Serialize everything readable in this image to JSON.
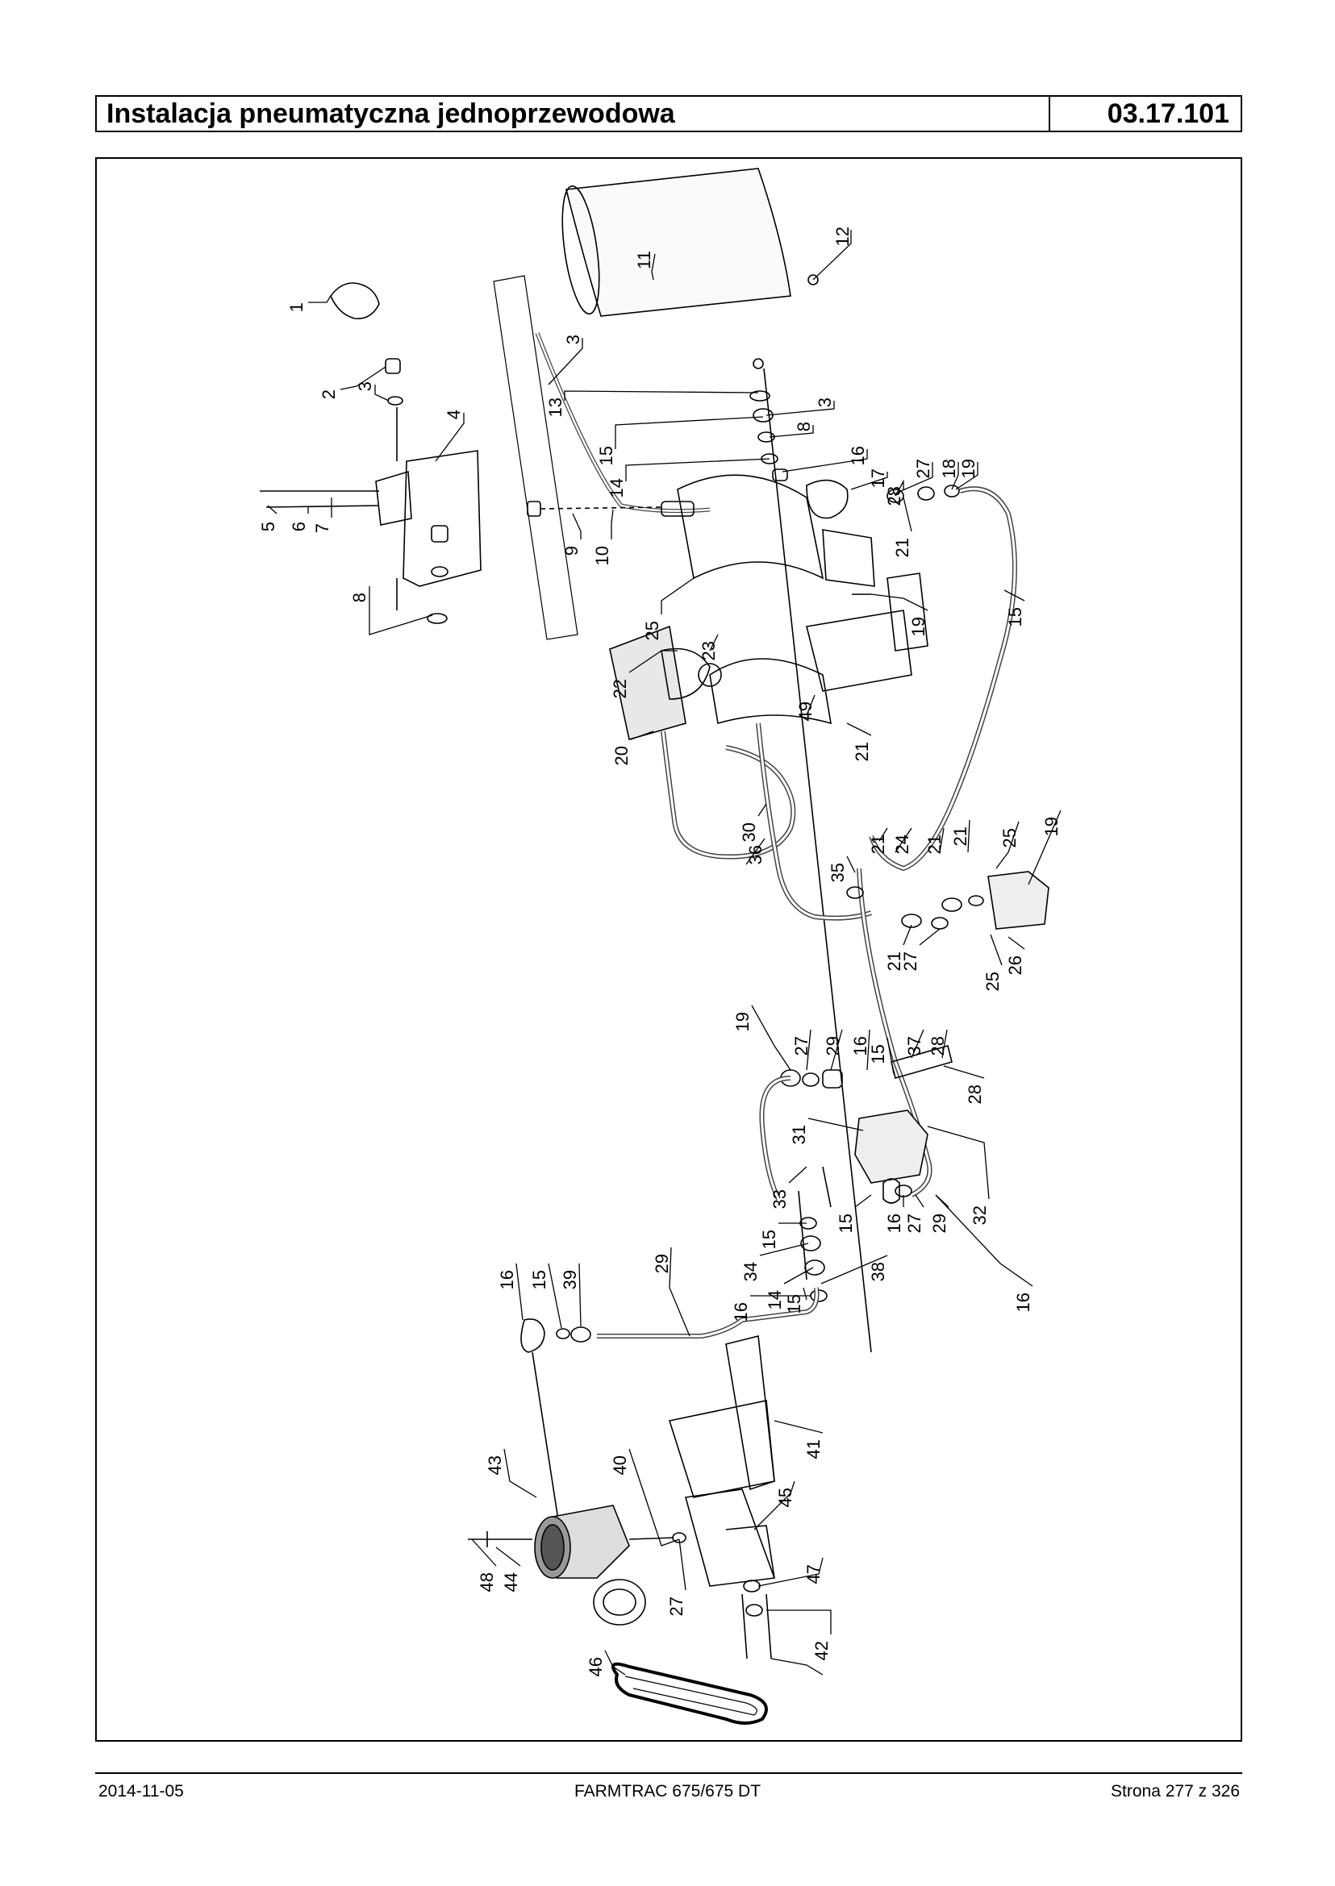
{
  "header": {
    "title": "Instalacja pneumatyczna jednoprzewodowa",
    "code": "03.17.101"
  },
  "diagram": {
    "callouts": [
      "1",
      "2",
      "3",
      "4",
      "5",
      "6",
      "7",
      "8",
      "3",
      "9",
      "10",
      "11",
      "12",
      "13",
      "3",
      "8",
      "14",
      "15",
      "16",
      "17",
      "28",
      "27",
      "18",
      "19",
      "21",
      "19",
      "15",
      "25",
      "22",
      "23",
      "20",
      "49",
      "21",
      "21",
      "24",
      "21",
      "21",
      "25",
      "19",
      "26",
      "30",
      "36",
      "35",
      "21",
      "27",
      "25",
      "19",
      "28",
      "37",
      "15",
      "16",
      "29",
      "27",
      "28",
      "33",
      "31",
      "32",
      "15",
      "16",
      "27",
      "29",
      "16",
      "15",
      "34",
      "14",
      "16",
      "15",
      "38",
      "29",
      "16",
      "15",
      "39",
      "41",
      "43",
      "40",
      "45",
      "47",
      "48",
      "44",
      "27",
      "42",
      "46"
    ]
  },
  "footer": {
    "date": "2014-11-05",
    "model": "FARMTRAC 675/675 DT",
    "page": "Strona 277 z 326"
  }
}
